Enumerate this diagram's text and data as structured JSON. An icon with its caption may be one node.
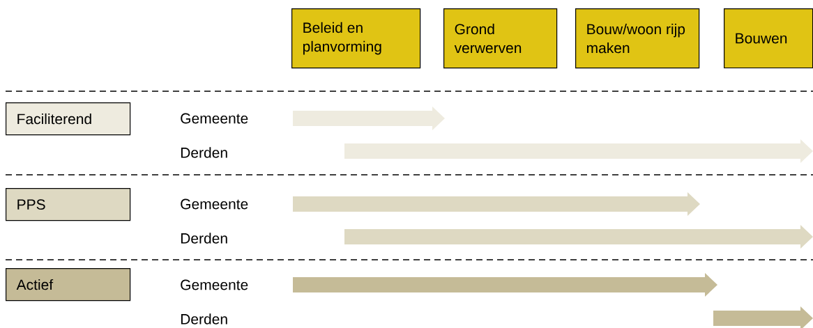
{
  "diagram": {
    "nodes": [
      {
        "text": [
          "Beleid en planvorming"
        ]
      },
      {
        "text": [
          "Grond verwerven"
        ]
      },
      {
        "text": [
          "Bouw/woon rijp maken"
        ]
      },
      {
        "text": [
          "Bouwen"
        ]
      },
      {
        "text": [
          "Faciliterend"
        ]
      },
      {
        "text": [
          "PPS"
        ]
      },
      {
        "text": [
          "Actief"
        ]
      }
    ],
    "labels": [
      "Gemeente",
      "Derden",
      "Gemeente",
      "Derden",
      "Gemeente",
      "Derden"
    ]
  }
}
